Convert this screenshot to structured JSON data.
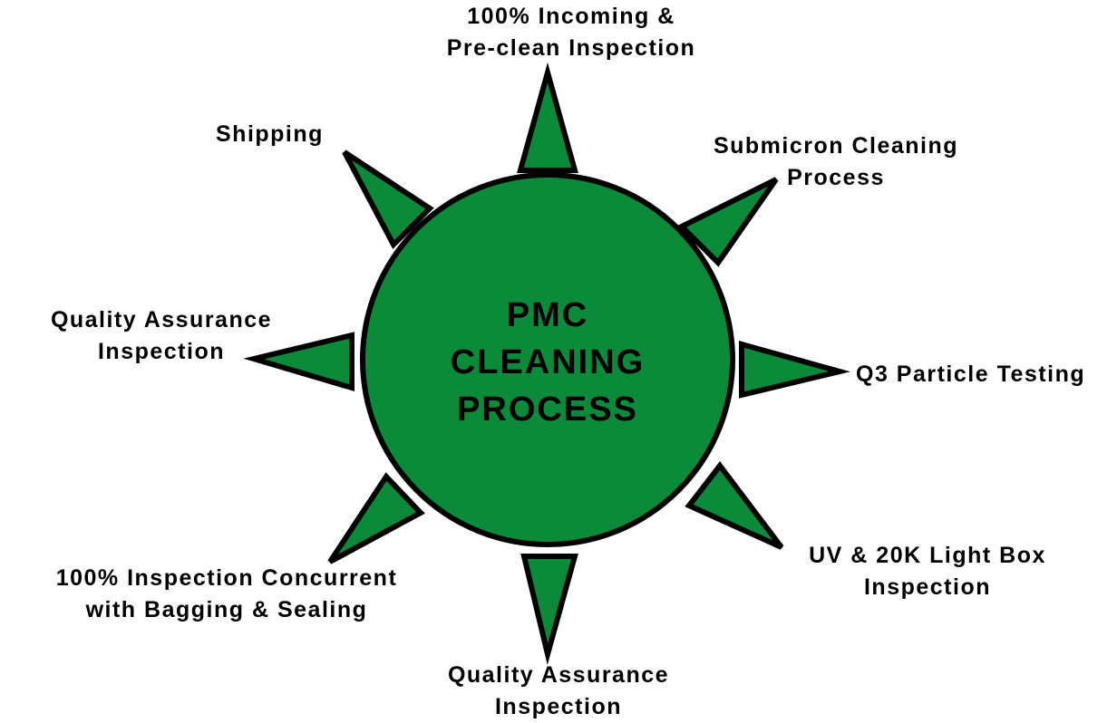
{
  "title": [
    "PMC",
    "CLEANING",
    "PROCESS"
  ],
  "colors": {
    "fill": "#0b8a3a",
    "stroke": "#000000"
  },
  "steps": [
    {
      "lines": [
        "100% Incoming &",
        "Pre-clean Inspection"
      ]
    },
    {
      "lines": [
        "Submicron Cleaning",
        "Process"
      ]
    },
    {
      "lines": [
        "Q3 Particle Testing"
      ]
    },
    {
      "lines": [
        "UV & 20K Light Box",
        "Inspection"
      ]
    },
    {
      "lines": [
        "Quality Assurance",
        "Inspection"
      ]
    },
    {
      "lines": [
        "100% Inspection Concurrent",
        "with Bagging & Sealing"
      ]
    },
    {
      "lines": [
        "Quality Assurance",
        "Inspection"
      ]
    },
    {
      "lines": [
        "Shipping"
      ]
    }
  ]
}
